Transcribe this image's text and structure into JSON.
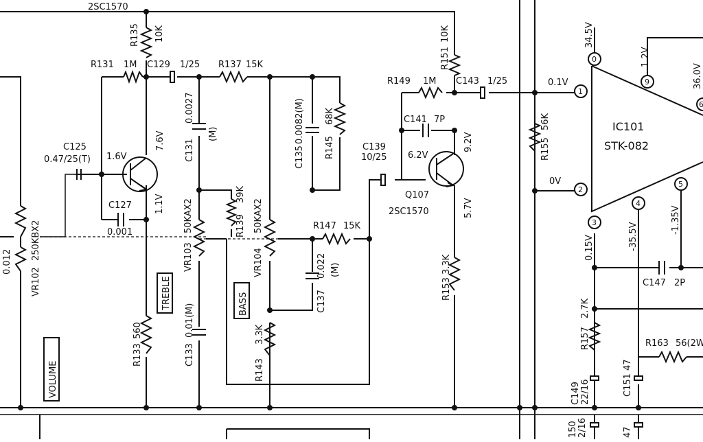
{
  "schematic": {
    "transistor_top_label": "2SC1570",
    "r135": "R135",
    "r135_val": "10K",
    "r131": "R131",
    "r131_val": "1M",
    "c129": "C129",
    "c129_val": "1/25",
    "r137": "R137",
    "r137_val": "15K",
    "c131": "C131",
    "c131_val": "0.0027",
    "c131_m": "(M)",
    "c135": "C135",
    "c135_val": "0.0082(M)",
    "r145": "R145",
    "r145_val": "68K",
    "c125": "C125",
    "c125_val": "0.47/25(T)",
    "v_1_6": "1.6V",
    "v_7_6": "7.6V",
    "v_1_1": "1.1V",
    "c127": "C127",
    "c127_val": "0.001",
    "r139": "R139",
    "r139_val": "39K",
    "vr103": "VR103",
    "vr103_val": "50KAX2",
    "vr104": "VR104",
    "vr104_val": "50KAX2",
    "r147": "R147",
    "r147_val": "15K",
    "c137": "C137",
    "c137_val": "0.022",
    "c137_m": "(M)",
    "treble": "TREBLE",
    "bass": "BASS",
    "volume": "VOLUME",
    "vr102": "VR102",
    "vr102_val": "250KBX2",
    "r133": "R133",
    "r133_val": "560",
    "c133": "C133",
    "c133_val": "0.01(M)",
    "r143": "R143",
    "r143_val": "3.3K",
    "r151": "R151",
    "r151_val": "10K",
    "r149": "R149",
    "r149_val": "1M",
    "c143": "C143",
    "c143_val": "1/25",
    "c141": "C141",
    "c141_val": "7P",
    "c139": "C139",
    "c139_val": "10/25",
    "v_6_2": "6.2V",
    "v_9_2": "9.2V",
    "v_5_7": "5.7V",
    "q107": "Q107",
    "q107_type": "2SC1570",
    "r153": "R153",
    "r153_val": "3.3K",
    "r155": "R155",
    "r155_val": "56K",
    "v_0_1": "0.1V",
    "v_0": "0V",
    "ic_name": "IC101",
    "ic_part": "STK-082",
    "pin1": "1",
    "pin2": "2",
    "pin3": "3",
    "pin4": "4",
    "pin5": "5",
    "pin6": "6",
    "pin9": "9",
    "v_34_5": "34.5V",
    "v_1_2": "1.2V",
    "v_36_0": "36.0V",
    "v_0_15": "0.15V",
    "v_m35_5": "-35.5V",
    "v_m1_35": "-1.35V",
    "c147": "C147",
    "c147_val": "2P",
    "r157": "R157",
    "r157_val": "2.7K",
    "r163": "R163",
    "r163_val": "56(2W",
    "c149": "C149",
    "c149_val": "22/16",
    "c151": "C151",
    "c151_val": "47",
    "c_bottom_150": "150",
    "c_bottom_22_16": "2/16",
    "c_bottom_47": "47",
    "left_edge_frag": "0.012"
  }
}
